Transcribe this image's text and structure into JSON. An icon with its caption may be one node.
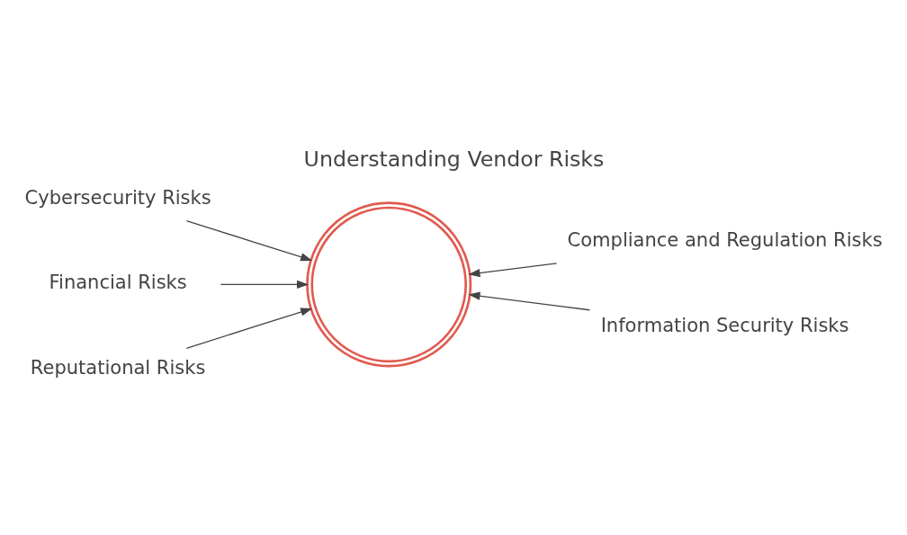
{
  "diagram": {
    "title": "Understanding Vendor Risks",
    "nodes": [
      {
        "text": [
          "Cybersecurity Risks"
        ]
      },
      {
        "text": [
          "Compliance and Regulation Risks"
        ]
      },
      {
        "text": [
          "Financial Risks"
        ]
      },
      {
        "text": [
          "Information Security Risks"
        ]
      },
      {
        "text": [
          "Reputational Risks"
        ]
      },
      {
        "text": [],
        "shape": "gear"
      }
    ],
    "edges": [
      {
        "from": 0,
        "to": 5,
        "arrow": "to"
      },
      {
        "from": 1,
        "to": 5,
        "arrow": "to"
      },
      {
        "from": 2,
        "to": 5,
        "arrow": "to"
      },
      {
        "from": 3,
        "to": 5,
        "arrow": "to"
      },
      {
        "from": 4,
        "to": 5,
        "arrow": "to"
      }
    ]
  }
}
